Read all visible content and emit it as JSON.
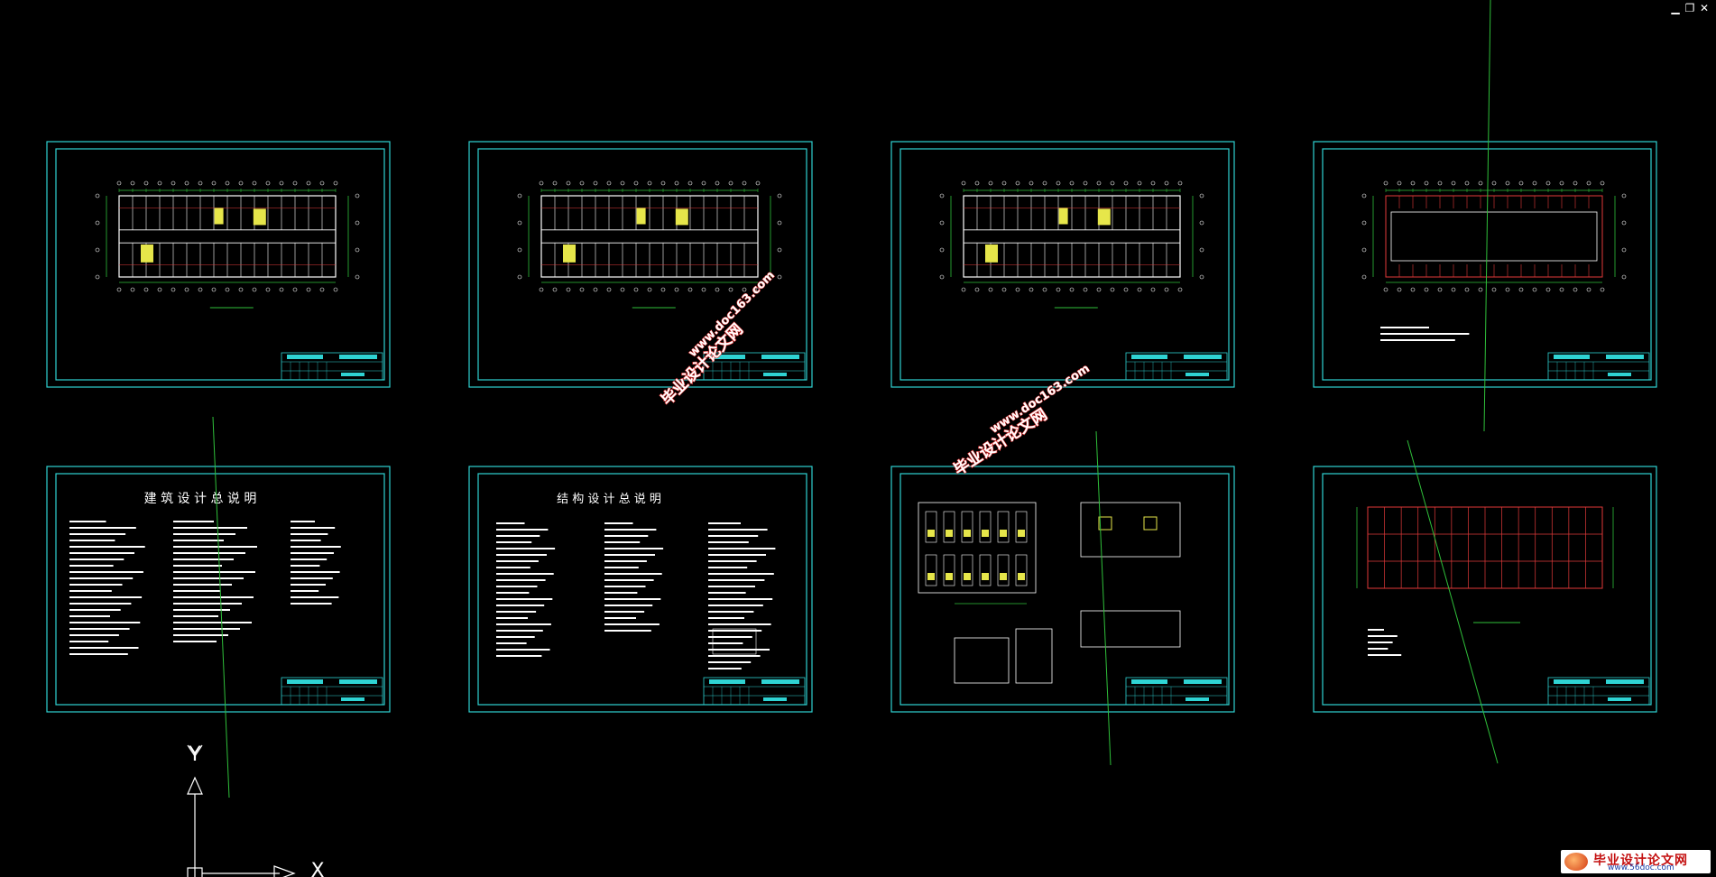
{
  "window": {
    "minimize_glyph": "▁",
    "restore_glyph": "❐",
    "close_glyph": "✕"
  },
  "colors": {
    "background": "#000000",
    "frame": "#2fd3d3",
    "wall": "#ffffff",
    "dimension": "#2fbf3a",
    "axis_red": "#e23a3a",
    "stair_yellow": "#e6e64a",
    "stray_line": "#2fbf3a",
    "watermark_red": "#e03030"
  },
  "sheets": {
    "general_arch_title": "建 筑 设 计 总 说 明",
    "general_struct_title": "结 构 设 计 总 说 明"
  },
  "watermarks": [
    {
      "line1": "毕业设计论文网",
      "line2": "www.doc163.com"
    },
    {
      "line1": "毕业设计论文网",
      "line2": "www.doc163.com"
    }
  ],
  "ucs": {
    "y_label": "Y",
    "x_label": "X"
  },
  "logo": {
    "name": "毕业设计论文网",
    "url": "www.56doc.com"
  }
}
